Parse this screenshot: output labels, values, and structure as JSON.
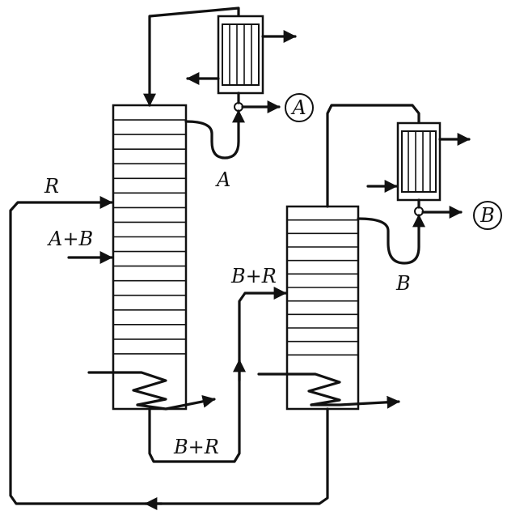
{
  "labels": {
    "feed_r": "R",
    "feed_ab": "A+B",
    "reflux_a": "A",
    "product_a": "A",
    "reflux_b": "B",
    "product_b": "B",
    "bottoms_br": "B+R",
    "feed_br": "B+R"
  },
  "colors": {
    "stroke": "#111111",
    "background": "#ffffff"
  },
  "icons": {
    "condenser": "condenser-icon",
    "reboiler": "reboiler-coil-icon",
    "valve": "valve-icon"
  }
}
